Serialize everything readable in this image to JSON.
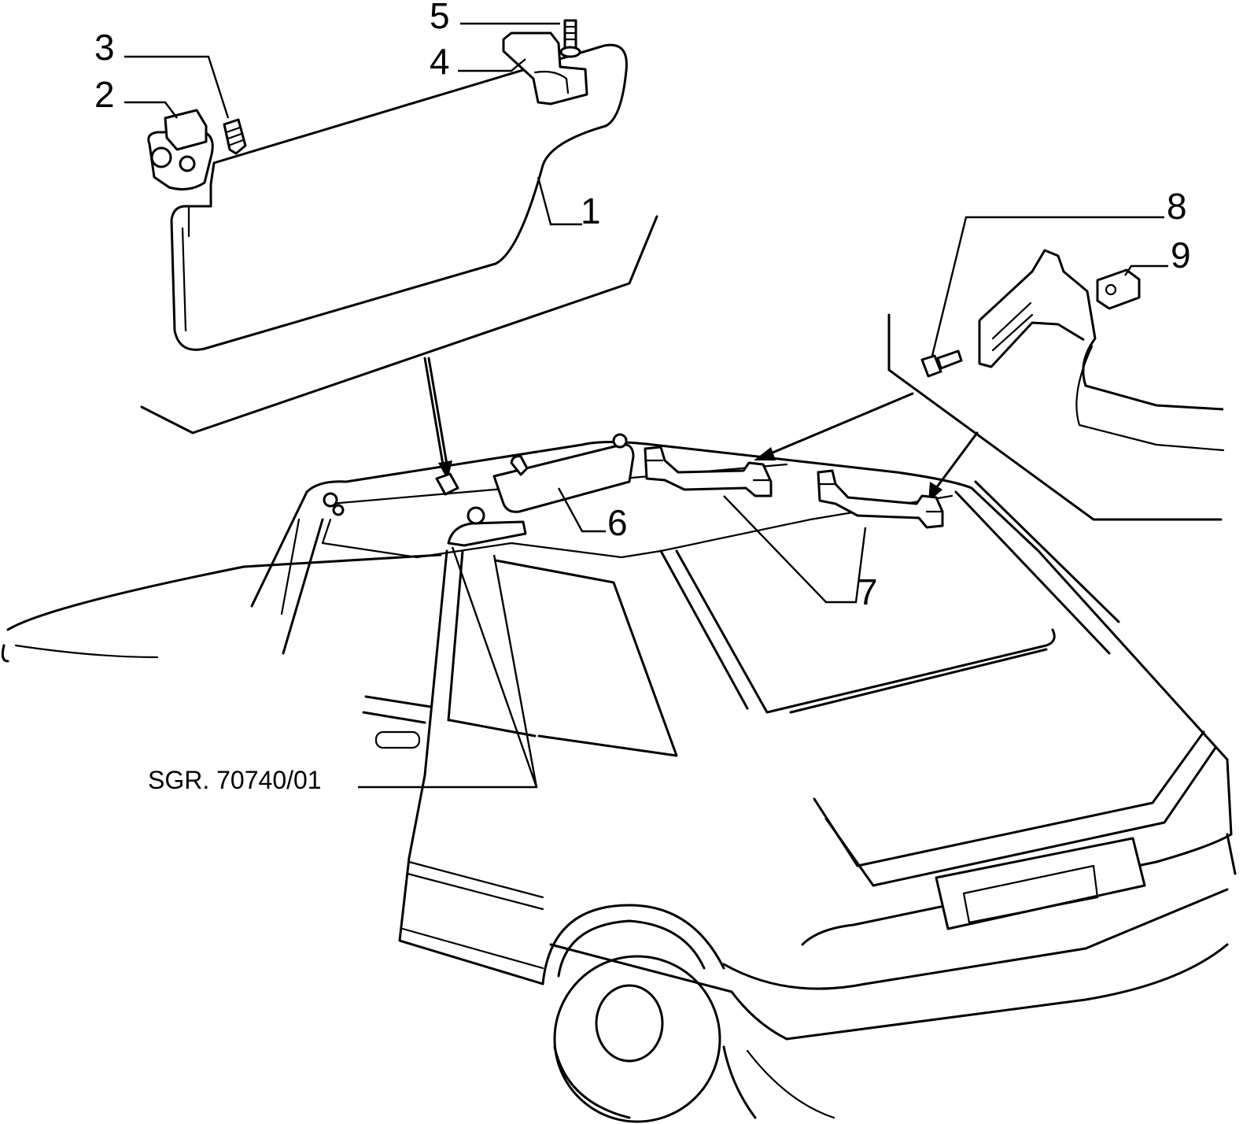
{
  "callouts": {
    "c1": "1",
    "c2": "2",
    "c3": "3",
    "c4": "4",
    "c5": "5",
    "c6": "6",
    "c7": "7",
    "c8": "8",
    "c9": "9"
  },
  "reference": "SGR. 70740/01"
}
